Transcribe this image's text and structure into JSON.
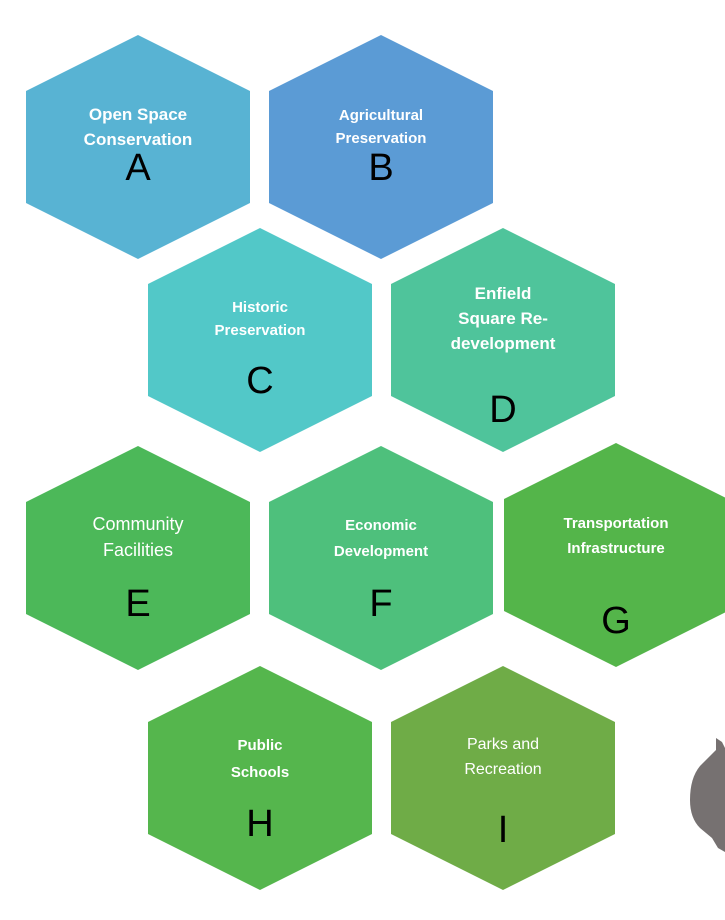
{
  "hexes": [
    {
      "id": "A",
      "lines": [
        "Open Space",
        "Conservation"
      ],
      "letter": "A",
      "color": "#58b3d3",
      "bold": true
    },
    {
      "id": "B",
      "lines": [
        "Agricultural",
        "Preservation"
      ],
      "letter": "B",
      "color": "#5b9bd5",
      "bold": true
    },
    {
      "id": "C",
      "lines": [
        "Historic",
        "Preservation"
      ],
      "letter": "C",
      "color": "#52c8c8",
      "bold": true
    },
    {
      "id": "D",
      "lines": [
        "Enfield",
        "Square Re-",
        "development"
      ],
      "letter": "D",
      "color": "#4fc49b",
      "bold": true
    },
    {
      "id": "E",
      "lines": [
        "Community",
        "Facilities"
      ],
      "letter": "E",
      "color": "#4cb859",
      "bold": false
    },
    {
      "id": "F",
      "lines": [
        "Economic",
        "Development"
      ],
      "letter": "F",
      "color": "#4ec07c",
      "bold": true
    },
    {
      "id": "G",
      "lines": [
        "Transportation",
        "Infrastructure"
      ],
      "letter": "G",
      "color": "#54b54a",
      "bold": true
    },
    {
      "id": "H",
      "lines": [
        "Public",
        "Schools"
      ],
      "letter": "H",
      "color": "#55b64d",
      "bold": true
    },
    {
      "id": "I",
      "lines": [
        "Parks and",
        "Recreation"
      ],
      "letter": "I",
      "color": "#6fac47",
      "bold": false
    }
  ],
  "corner_graphic_color": "#767171"
}
